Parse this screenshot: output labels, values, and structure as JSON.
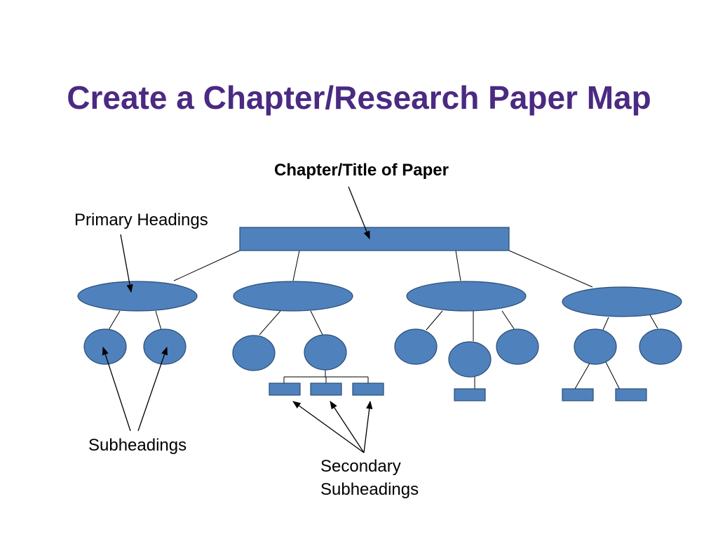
{
  "slide": {
    "title": "Create a Chapter/Research Paper Map"
  },
  "labels": {
    "top": "Chapter/Title of Paper",
    "primary": "Primary Headings",
    "subheadings": "Subheadings",
    "secondary_line1": "Secondary",
    "secondary_line2": "Subheadings"
  },
  "colors": {
    "title": "#4a2a82",
    "node_fill": "#4f81bd",
    "node_stroke": "#2a4d76"
  }
}
